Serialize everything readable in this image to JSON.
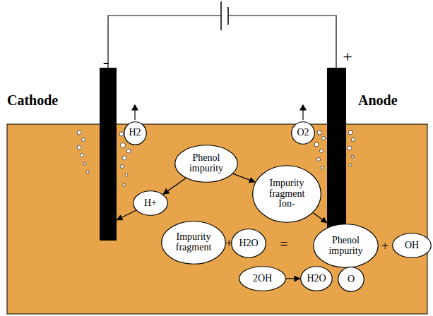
{
  "diagram": {
    "nodes": [
      {
        "text": [
          "Cathode"
        ]
      },
      {
        "text": [
          "H2"
        ]
      },
      {
        "text": [
          "O2"
        ]
      },
      {
        "text": [
          "Anode"
        ]
      },
      {
        "text": [
          "Phenol impurity"
        ]
      },
      {
        "text": [
          "H+"
        ]
      },
      {
        "text": [
          "Impurity fragment Ion-"
        ]
      },
      {
        "text": [
          "Impurity fragment"
        ]
      },
      {
        "text": [
          "H2O"
        ]
      },
      {
        "text": [
          "Phenol impurity"
        ]
      },
      {
        "text": [
          "OH"
        ]
      },
      {
        "text": [
          "2OH"
        ]
      },
      {
        "text": [
          "H2O"
        ]
      },
      {
        "text": [
          "O"
        ]
      }
    ],
    "edges": [
      {
        "from": 4,
        "to": 5,
        "arrow": "to"
      },
      {
        "from": 4,
        "to": 6,
        "arrow": "to"
      },
      {
        "from": 5,
        "to": 0,
        "arrow": "to"
      },
      {
        "from": 6,
        "to": 3,
        "arrow": "to"
      },
      {
        "from": 11,
        "to": 12,
        "arrow": "to"
      }
    ],
    "labels": [
      "-",
      "+",
      "+",
      "=",
      "+"
    ]
  }
}
